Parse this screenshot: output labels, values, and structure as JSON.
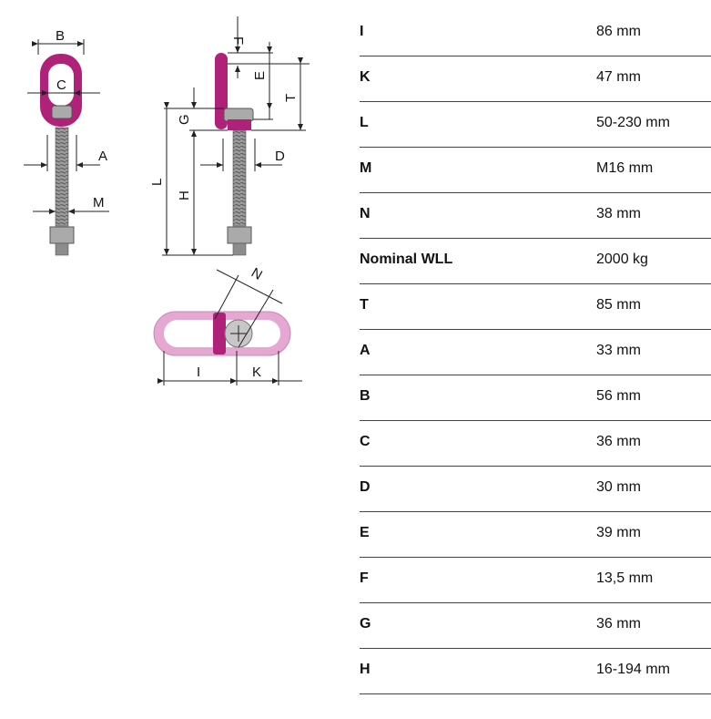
{
  "drawing": {
    "labels": {
      "B": "B",
      "C": "C",
      "A": "A",
      "M": "M",
      "F": "F",
      "E": "E",
      "T": "T",
      "G": "G",
      "D": "D",
      "L": "L",
      "H": "H",
      "N": "N",
      "I": "I",
      "K": "K"
    },
    "colors": {
      "accent": "#b0217a",
      "accent_light": "#e5a8d2",
      "thread": "#8c8c8c"
    }
  },
  "specs": [
    {
      "key": "I",
      "value": "86 mm"
    },
    {
      "key": "K",
      "value": "47 mm"
    },
    {
      "key": "L",
      "value": "50-230 mm"
    },
    {
      "key": "M",
      "value": "M16 mm"
    },
    {
      "key": "N",
      "value": "38 mm"
    },
    {
      "key": "Nominal WLL",
      "value": "2000 kg"
    },
    {
      "key": "T",
      "value": "85 mm"
    },
    {
      "key": "A",
      "value": "33 mm"
    },
    {
      "key": "B",
      "value": "56 mm"
    },
    {
      "key": "C",
      "value": "36 mm"
    },
    {
      "key": "D",
      "value": "30 mm"
    },
    {
      "key": "E",
      "value": "39 mm"
    },
    {
      "key": "F",
      "value": "13,5 mm"
    },
    {
      "key": "G",
      "value": "36 mm"
    },
    {
      "key": "H",
      "value": "16-194 mm"
    }
  ]
}
